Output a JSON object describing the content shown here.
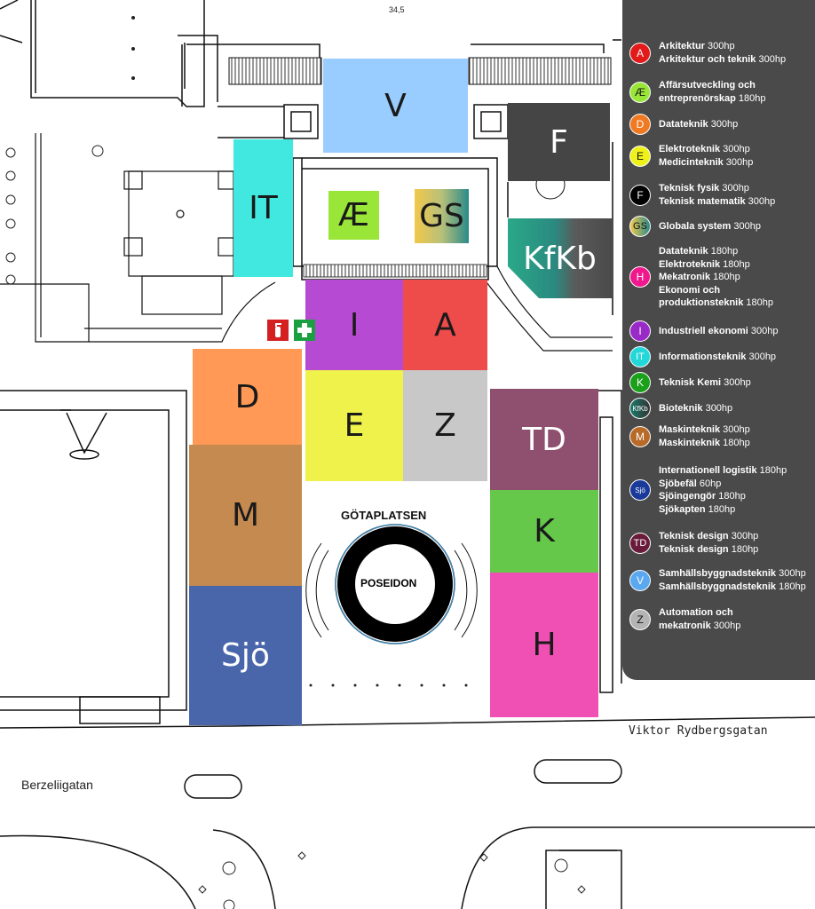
{
  "map": {
    "elevation_label": "34,5",
    "plaza_label": "GÖTAPLATSEN",
    "statue_label": "POSEIDON",
    "streets": [
      "Viktor Rydbergsgatan",
      "Berzeliigatan"
    ]
  },
  "zones": [
    {
      "code": "V",
      "color": "#99ccff"
    },
    {
      "code": "F",
      "color": "#454545"
    },
    {
      "code": "IT",
      "color": "#40e8e0"
    },
    {
      "code": "Æ",
      "color": "#99e639"
    },
    {
      "code": "GS",
      "color": "gradient"
    },
    {
      "code": "KfKb",
      "color": "gradient"
    },
    {
      "code": "I",
      "color": "#b74ad3"
    },
    {
      "code": "A",
      "color": "#ee4b4b"
    },
    {
      "code": "D",
      "color": "#ff9955"
    },
    {
      "code": "E",
      "color": "#eef24a"
    },
    {
      "code": "Z",
      "color": "#c8c8c8"
    },
    {
      "code": "TD",
      "color": "#8f4f6f"
    },
    {
      "code": "M",
      "color": "#c48a50"
    },
    {
      "code": "K",
      "color": "#66c84a"
    },
    {
      "code": "Sjö",
      "color": "#4a66aa"
    },
    {
      "code": "H",
      "color": "#f050b4"
    }
  ],
  "legend": [
    {
      "badge": "A",
      "color": "#e21a1a",
      "lines": [
        {
          "name": "Arkitektur",
          "hp": "300hp"
        },
        {
          "name": "Arkitektur och teknik",
          "hp": "300hp"
        }
      ]
    },
    {
      "badge": "Æ",
      "color": "#99e639",
      "lines": [
        {
          "name": "Affärsutveckling och",
          "hp": ""
        },
        {
          "name": "entreprenörskap",
          "hp": "180hp"
        }
      ]
    },
    {
      "badge": "D",
      "color": "#f07a22",
      "lines": [
        {
          "name": "Datateknik",
          "hp": "300hp"
        }
      ]
    },
    {
      "badge": "E",
      "color": "#eef21a",
      "lines": [
        {
          "name": "Elektroteknik",
          "hp": "300hp"
        },
        {
          "name": "Medicinteknik",
          "hp": "300hp"
        }
      ]
    },
    {
      "badge": "F",
      "color": "#000000",
      "lines": [
        {
          "name": "Teknisk fysik",
          "hp": "300hp"
        },
        {
          "name": "Teknisk matematik",
          "hp": "300hp"
        }
      ]
    },
    {
      "badge": "GS",
      "color": "gradient",
      "lines": [
        {
          "name": "Globala system",
          "hp": "300hp"
        }
      ]
    },
    {
      "badge": "H",
      "color": "#f0188c",
      "lines": [
        {
          "name": "Datateknik",
          "hp": "180hp"
        },
        {
          "name": "Elektroteknik",
          "hp": "180hp"
        },
        {
          "name": "Mekatronik",
          "hp": "180hp"
        },
        {
          "name": "Ekonomi och",
          "hp": ""
        },
        {
          "name": "produktionsteknik",
          "hp": "180hp"
        }
      ]
    },
    {
      "badge": "I",
      "color": "#9a2ac8",
      "lines": [
        {
          "name": "Industriell ekonomi",
          "hp": "300hp"
        }
      ]
    },
    {
      "badge": "IT",
      "color": "#22d8d8",
      "lines": [
        {
          "name": "Informationsteknik",
          "hp": "300hp"
        }
      ]
    },
    {
      "badge": "K",
      "color": "#1aa01a",
      "lines": [
        {
          "name": "Teknisk Kemi",
          "hp": "300hp"
        }
      ]
    },
    {
      "badge": "KfKb",
      "color": "gradient",
      "lines": [
        {
          "name": "Bioteknik",
          "hp": "300hp"
        }
      ]
    },
    {
      "badge": "M",
      "color": "#b86a28",
      "lines": [
        {
          "name": "Maskinteknik",
          "hp": "300hp"
        },
        {
          "name": "Maskinteknik",
          "hp": "180hp"
        }
      ]
    },
    {
      "badge": "Sjö",
      "color": "#1a3a9a",
      "lines": [
        {
          "name": "Internationell logistik",
          "hp": "180hp"
        },
        {
          "name": "Sjöbefäl",
          "hp": "60hp"
        },
        {
          "name": "Sjöingengör",
          "hp": "180hp"
        },
        {
          "name": "Sjökapten",
          "hp": "180hp"
        }
      ]
    },
    {
      "badge": "TD",
      "color": "#6a1a3a",
      "lines": [
        {
          "name": "Teknisk design",
          "hp": "300hp"
        },
        {
          "name": "Teknisk design",
          "hp": "180hp"
        }
      ]
    },
    {
      "badge": "V",
      "color": "#5aa8f0",
      "lines": [
        {
          "name": "Samhällsbyggnadsteknik",
          "hp": "300hp"
        },
        {
          "name": "Samhällsbyggnadsteknik",
          "hp": "180hp"
        }
      ]
    },
    {
      "badge": "Z",
      "color": "#b4b4b4",
      "lines": [
        {
          "name": "Automation och",
          "hp": ""
        },
        {
          "name": "mekatronik",
          "hp": "300hp"
        }
      ]
    }
  ]
}
